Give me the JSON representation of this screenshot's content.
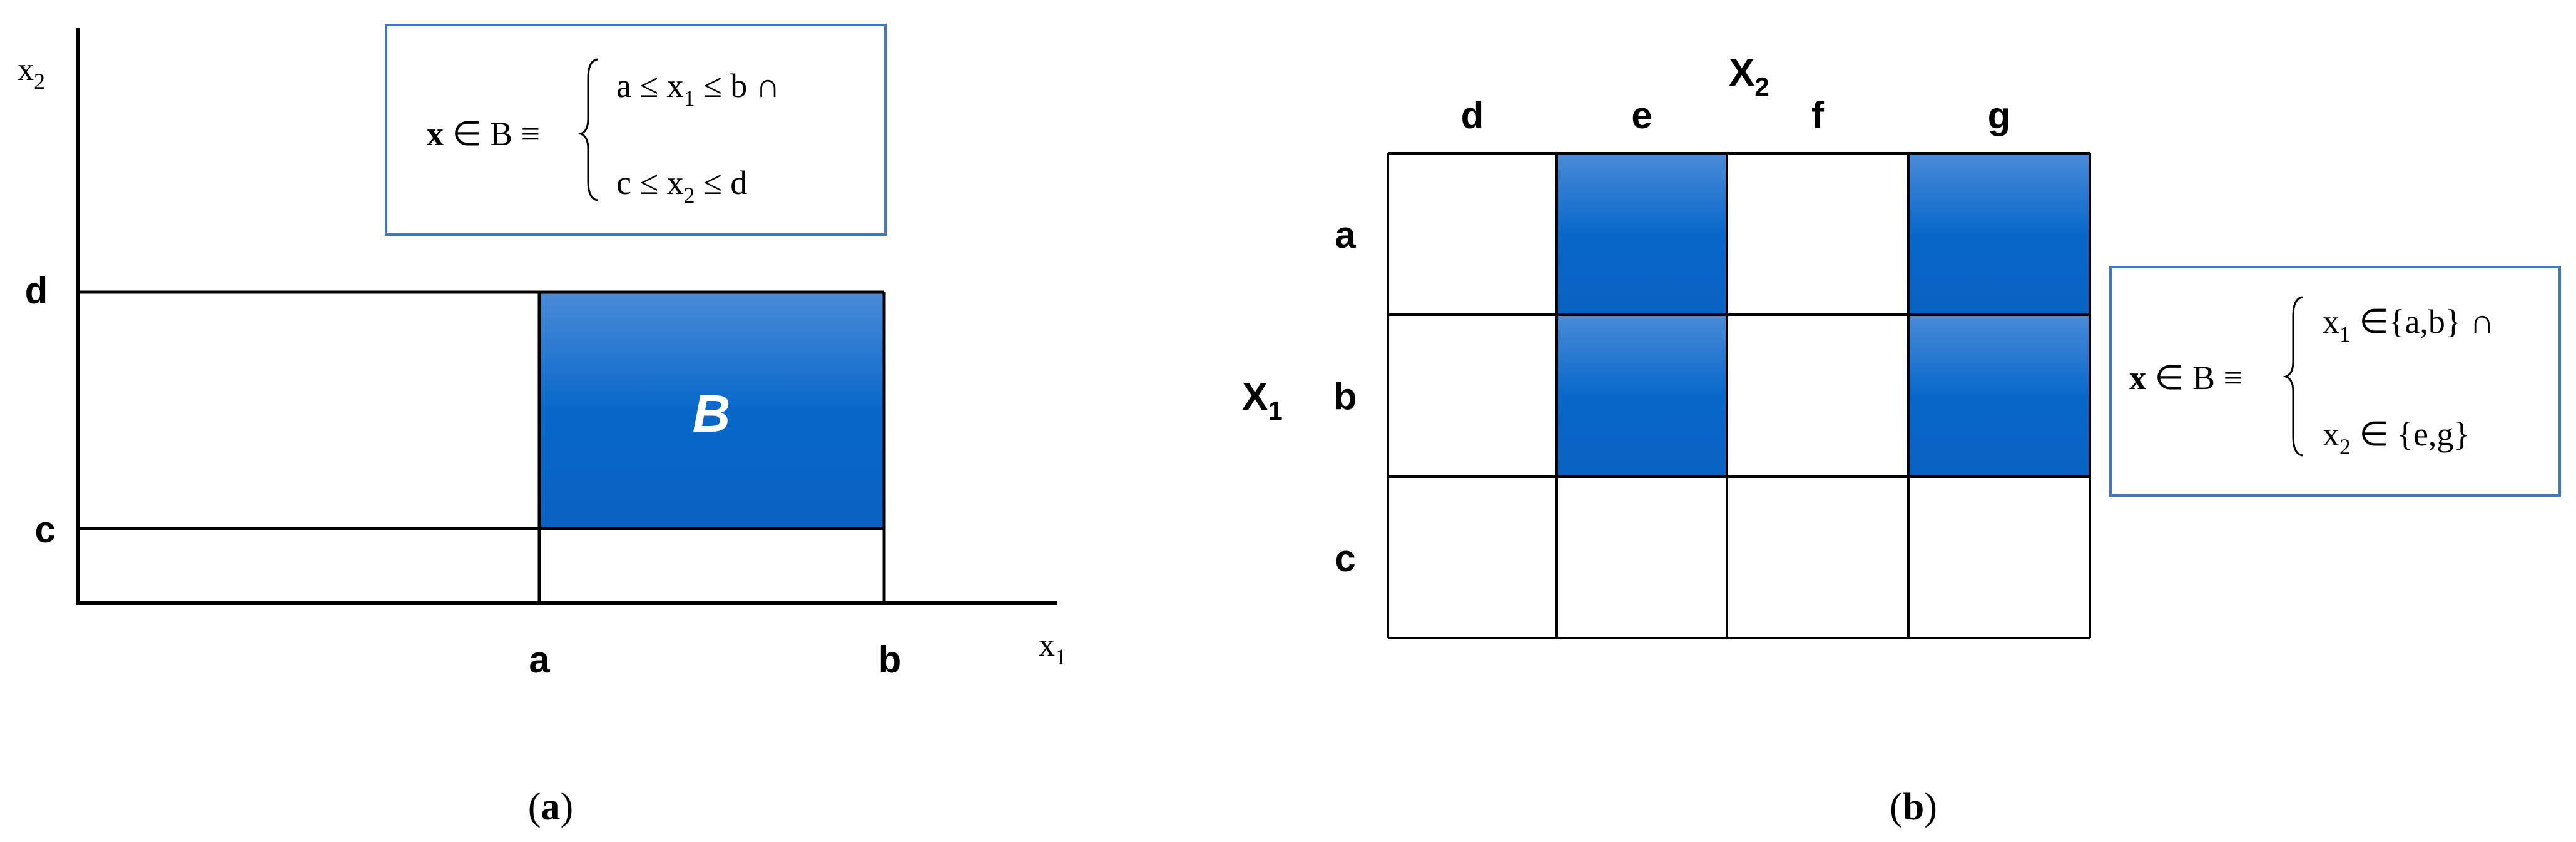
{
  "colors": {
    "fill": "#0a66cc",
    "fill_light": "#3d86da",
    "box_border": "#3b78c8",
    "line": "#000000"
  },
  "panel_a": {
    "caption": "(a)",
    "caption_letter": "a",
    "y_axis_label": "x",
    "y_axis_sub": "2",
    "x_axis_label": "x",
    "x_axis_sub": "1",
    "tick_d": "d",
    "tick_c": "c",
    "tick_a": "a",
    "tick_b": "b",
    "region_label": "B",
    "formula": {
      "lhs_x": "x",
      "lhs_rest": " ∈ B ≡",
      "line1_pre": "a ≤ x",
      "line1_sub": "1",
      "line1_post": " ≤ b ∩",
      "line2_pre": "c ≤ x",
      "line2_sub": "2",
      "line2_post": " ≤ d"
    }
  },
  "panel_b": {
    "caption": "(b)",
    "caption_letter": "b",
    "col_axis_label": "X",
    "col_axis_sub": "2",
    "row_axis_label": "X",
    "row_axis_sub": "1",
    "columns": [
      "d",
      "e",
      "f",
      "g"
    ],
    "rows": [
      "a",
      "b",
      "c"
    ],
    "filled_cells": [
      [
        0,
        1
      ],
      [
        0,
        3
      ],
      [
        1,
        1
      ],
      [
        1,
        3
      ]
    ],
    "formula": {
      "lhs_x": "x",
      "lhs_rest": " ∈ B ≡",
      "line1_pre": "x",
      "line1_sub": "1",
      "line1_post": " ∈{a,b} ∩",
      "line2_pre": "x",
      "line2_sub": "2",
      "line2_post": " ∈ {e,g}"
    }
  }
}
